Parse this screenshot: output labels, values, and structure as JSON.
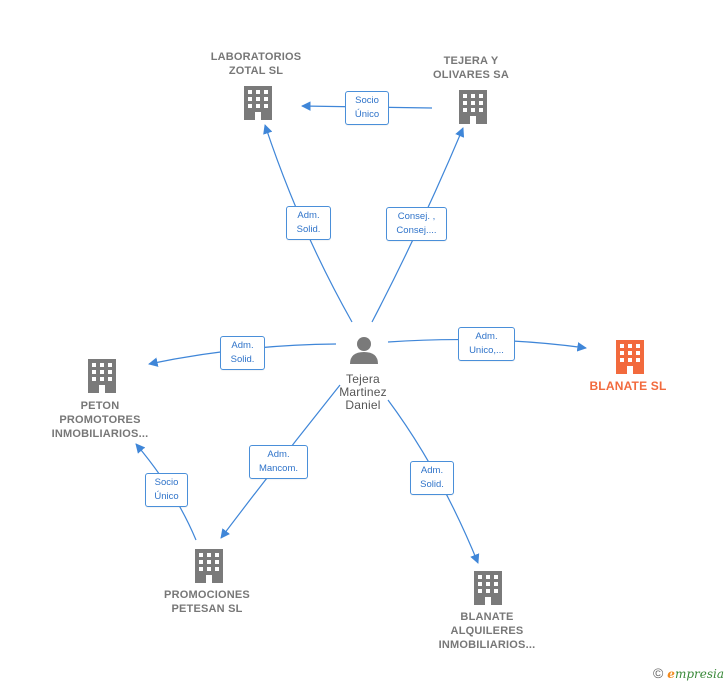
{
  "colors": {
    "edge": "#3f86d8",
    "building": "#7a7a7a",
    "building_main": "#f26a3d",
    "person": "#7a7a7a"
  },
  "nodes": {
    "laboratorios": {
      "label_line1": "LABORATORIOS",
      "label_line2": "ZOTAL SL",
      "icon": "building-icon"
    },
    "tejera_olivares": {
      "label_line1": "TEJERA Y",
      "label_line2": "OLIVARES SA",
      "icon": "building-icon"
    },
    "person": {
      "label_line1": "Tejera",
      "label_line2": "Martinez",
      "label_line3": "Daniel",
      "icon": "person-icon"
    },
    "blanate": {
      "label_line1": "BLANATE  SL",
      "icon": "building-icon"
    },
    "peton": {
      "label_line1": "PETON",
      "label_line2": "PROMOTORES",
      "label_line3": "INMOBILIARIOS...",
      "icon": "building-icon"
    },
    "promociones": {
      "label_line1": "PROMOCIONES",
      "label_line2": "PETESAN  SL",
      "icon": "building-icon"
    },
    "blanate_alquileres": {
      "label_line1": "BLANATE",
      "label_line2": "ALQUILERES",
      "label_line3": "INMOBILIARIOS...",
      "icon": "building-icon"
    }
  },
  "edges": {
    "tejera_to_laboratorios": {
      "line1": "Socio",
      "line2": "Único"
    },
    "person_to_laboratorios": {
      "line1": "Adm.",
      "line2": "Solid."
    },
    "person_to_tejera": {
      "line1": "Consej. ,",
      "line2": "Consej...."
    },
    "person_to_blanate": {
      "line1": "Adm.",
      "line2": "Unico,..."
    },
    "person_to_peton": {
      "line1": "Adm.",
      "line2": "Solid."
    },
    "person_to_promociones": {
      "line1": "Adm.",
      "line2": "Mancom."
    },
    "person_to_blanate_alquileres": {
      "line1": "Adm.",
      "line2": "Solid."
    },
    "promociones_to_peton": {
      "line1": "Socio",
      "line2": "Único"
    }
  },
  "brand": {
    "copyright": "©",
    "e": "e",
    "rest": "mpresia"
  }
}
